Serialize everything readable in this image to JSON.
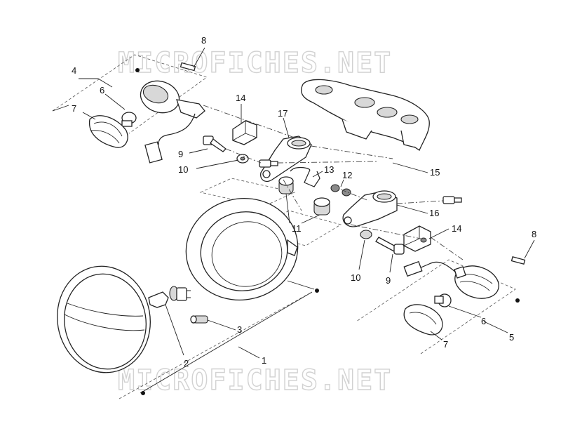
{
  "watermark": "MICROFICHES.NET",
  "labels": {
    "n1": "1",
    "n2": "2",
    "n3": "3",
    "n4": "4",
    "n5": "5",
    "n6a": "6",
    "n6b": "6",
    "n7a": "7",
    "n7b": "7",
    "n8a": "8",
    "n8b": "8",
    "n9a": "9",
    "n9b": "9",
    "n10a": "10",
    "n10b": "10",
    "n11": "11",
    "n12": "12",
    "n13": "13",
    "n14a": "14",
    "n14b": "14",
    "n15": "15",
    "n16": "16",
    "n17": "17"
  }
}
